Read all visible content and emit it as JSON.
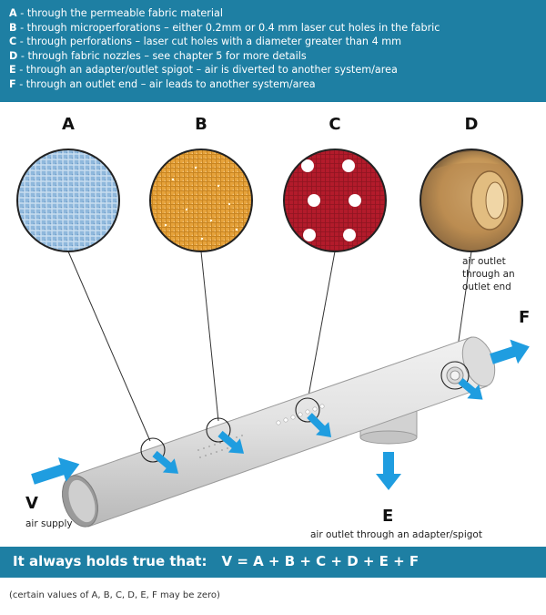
{
  "legend": [
    {
      "key": "A",
      "text": " - through the permeable fabric material"
    },
    {
      "key": "B",
      "text": " - through microperforations – either 0.2mm or 0.4 mm laser cut holes in the fabric"
    },
    {
      "key": "C",
      "text": " - through perforations – laser cut holes with a diameter greater than 4 mm"
    },
    {
      "key": "D",
      "text": " - through fabric nozzles – see chapter 5 for more details"
    },
    {
      "key": "E",
      "text": " - through an adapter/outlet spigot – air is diverted to another system/area"
    },
    {
      "key": "F",
      "text": " - through an outlet end – air leads to another system/area"
    }
  ],
  "circle_labels": {
    "a": "A",
    "b": "B",
    "c": "C",
    "d": "D"
  },
  "labels": {
    "v": "V",
    "v_text": "air supply",
    "e": "E",
    "e_text": "air outlet through an adapter/spigot",
    "f": "F",
    "f_text_1": "air outlet",
    "f_text_2": "through an",
    "f_text_3": "outlet end"
  },
  "formula": {
    "lead": "It always holds true that:",
    "equation": "V = A + B + C + D + E + F"
  },
  "footnote": "(certain values of A, B, C, D, E, F may be zero)",
  "colors": {
    "banner": "#1e7fa3",
    "arrow": "#1f9de0",
    "fabric_a": "#8fb8dc",
    "fabric_b": "#e6a23a",
    "fabric_c": "#b31b2b",
    "fabric_d": "#c9a26a"
  }
}
